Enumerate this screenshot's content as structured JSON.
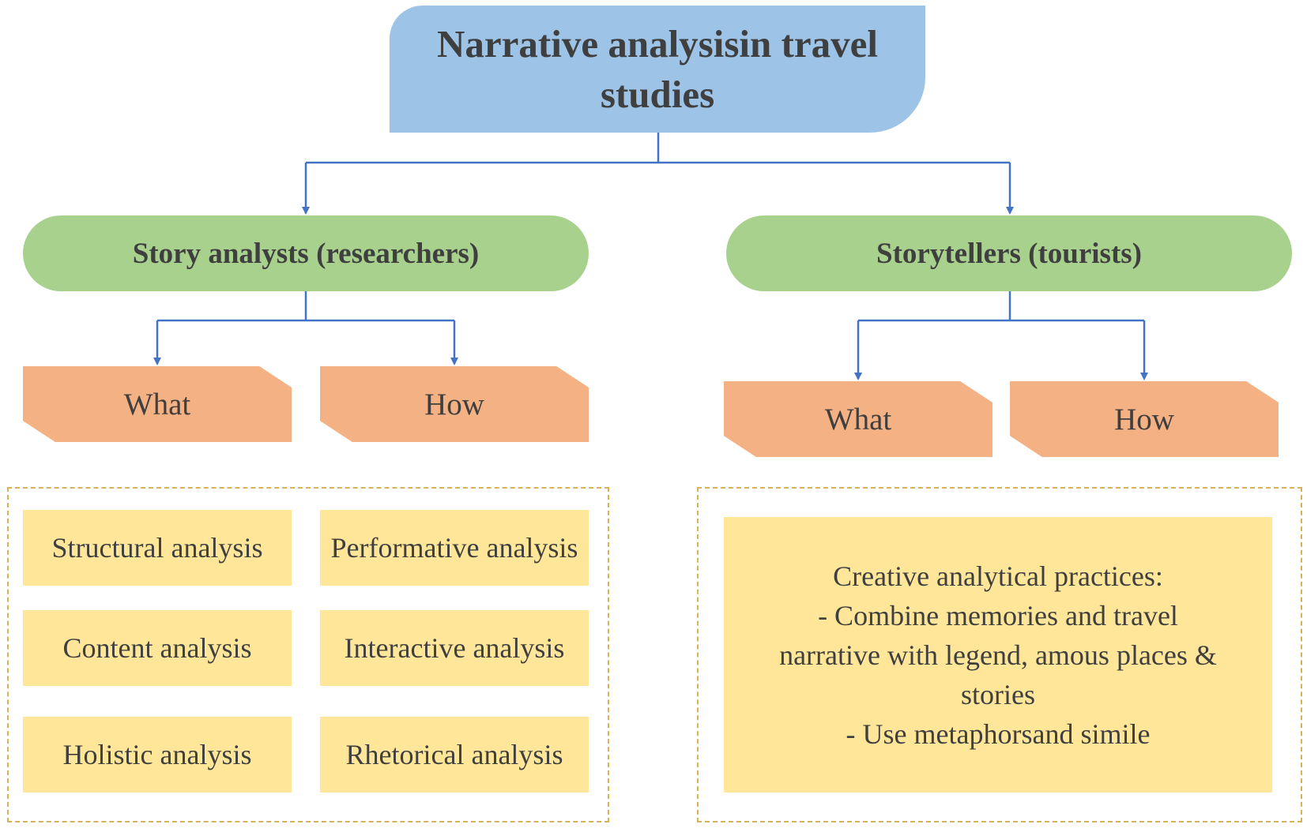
{
  "diagram": {
    "title": "Narrative analysisin travel studies",
    "left_branch": {
      "label": "Story analysts (researchers)",
      "what_label": "What",
      "how_label": "How",
      "methods": [
        "Structural analysis",
        "Performative analysis",
        "Content analysis",
        "Interactive analysis",
        "Holistic analysis",
        "Rhetorical analysis"
      ]
    },
    "right_branch": {
      "label": "Storytellers (tourists)",
      "what_label": "What",
      "how_label": "How",
      "practices_lines": [
        "Creative analytical practices:",
        "- Combine memories and travel",
        "narrative with legend, amous places &",
        "stories",
        "- Use metaphorsand simile"
      ]
    },
    "colors": {
      "title_fill": "#9dc3e6",
      "branch_fill": "#a9d18e",
      "tag_fill": "#f4b183",
      "method_fill": "#ffe699",
      "connector": "#4472c4",
      "dashed_border": "#d6b25a"
    }
  }
}
